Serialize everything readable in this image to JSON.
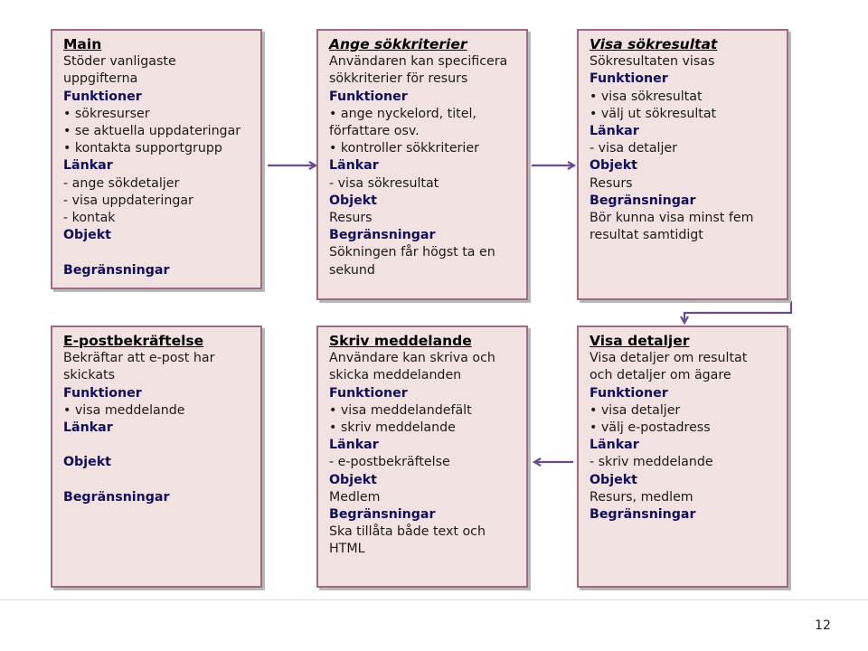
{
  "boxes": {
    "main": {
      "title": "Main",
      "lines": [
        {
          "k": "text",
          "t": "Stöder vanligaste"
        },
        {
          "k": "text",
          "t": "uppgifterna"
        },
        {
          "k": "head",
          "t": "Funktioner"
        },
        {
          "k": "bul",
          "t": "sökresurser"
        },
        {
          "k": "bul",
          "t": "se aktuella uppdateringar"
        },
        {
          "k": "bul",
          "t": "kontakta supportgrupp"
        },
        {
          "k": "head",
          "t": "Länkar"
        },
        {
          "k": "text",
          "t": "- ange sökdetaljer"
        },
        {
          "k": "text",
          "t": "- visa uppdateringar"
        },
        {
          "k": "text",
          "t": "- kontak"
        },
        {
          "k": "head",
          "t": "Objekt"
        },
        {
          "k": "text",
          "t": ""
        },
        {
          "k": "head",
          "t": "Begränsningar"
        }
      ]
    },
    "ange": {
      "title": "Ange sökkriterier",
      "lines": [
        {
          "k": "text",
          "t": "Användaren kan specificera"
        },
        {
          "k": "text",
          "t": "sökkriterier för resurs"
        },
        {
          "k": "head",
          "t": "Funktioner"
        },
        {
          "k": "bul",
          "t": "ange nyckelord, titel,"
        },
        {
          "k": "text",
          "t": "författare osv."
        },
        {
          "k": "bul",
          "t": "kontroller sökkriterier"
        },
        {
          "k": "head",
          "t": "Länkar"
        },
        {
          "k": "text",
          "t": "- visa sökresultat"
        },
        {
          "k": "head",
          "t": "Objekt"
        },
        {
          "k": "text",
          "t": "Resurs"
        },
        {
          "k": "head",
          "t": "Begränsningar"
        },
        {
          "k": "text",
          "t": "Sökningen får högst ta en"
        },
        {
          "k": "text",
          "t": "sekund"
        }
      ]
    },
    "visa_sok": {
      "title": "Visa sökresultat",
      "lines": [
        {
          "k": "text",
          "t": "Sökresultaten visas"
        },
        {
          "k": "head",
          "t": "Funktioner"
        },
        {
          "k": "bul",
          "t": "visa sökresultat"
        },
        {
          "k": "bul",
          "t": "välj ut sökresultat"
        },
        {
          "k": "head",
          "t": "Länkar"
        },
        {
          "k": "text",
          "t": "- visa detaljer"
        },
        {
          "k": "head",
          "t": "Objekt"
        },
        {
          "k": "text",
          "t": "Resurs"
        },
        {
          "k": "head",
          "t": "Begränsningar"
        },
        {
          "k": "text",
          "t": "Bör kunna visa minst fem"
        },
        {
          "k": "text",
          "t": "resultat samtidigt"
        }
      ]
    },
    "epost": {
      "title": "E-postbekräftelse",
      "lines": [
        {
          "k": "text",
          "t": "Bekräftar att e-post har"
        },
        {
          "k": "text",
          "t": "skickats"
        },
        {
          "k": "head",
          "t": "Funktioner"
        },
        {
          "k": "bul",
          "t": "visa meddelande"
        },
        {
          "k": "head",
          "t": "Länkar"
        },
        {
          "k": "text",
          "t": ""
        },
        {
          "k": "head",
          "t": "Objekt"
        },
        {
          "k": "text",
          "t": ""
        },
        {
          "k": "head",
          "t": "Begränsningar"
        }
      ]
    },
    "skriv": {
      "title": "Skriv meddelande",
      "lines": [
        {
          "k": "text",
          "t": "Användare kan skriva och"
        },
        {
          "k": "text",
          "t": "skicka meddelanden"
        },
        {
          "k": "head",
          "t": "Funktioner"
        },
        {
          "k": "bul",
          "t": "visa meddelandefält"
        },
        {
          "k": "bul",
          "t": "skriv meddelande"
        },
        {
          "k": "head",
          "t": "Länkar"
        },
        {
          "k": "text",
          "t": "- e-postbekräftelse"
        },
        {
          "k": "head",
          "t": "Objekt"
        },
        {
          "k": "text",
          "t": "Medlem"
        },
        {
          "k": "head",
          "t": "Begränsningar"
        },
        {
          "k": "text",
          "t": "Ska tillåta både text och"
        },
        {
          "k": "text",
          "t": "HTML"
        }
      ]
    },
    "visa_det": {
      "title": "Visa detaljer",
      "lines": [
        {
          "k": "text",
          "t": "Visa detaljer om resultat"
        },
        {
          "k": "text",
          "t": "och detaljer om ägare"
        },
        {
          "k": "head",
          "t": "Funktioner"
        },
        {
          "k": "bul",
          "t": "visa detaljer"
        },
        {
          "k": "bul",
          "t": "välj e-postadress"
        },
        {
          "k": "head",
          "t": "Länkar"
        },
        {
          "k": "text",
          "t": "- skriv meddelande"
        },
        {
          "k": "head",
          "t": "Objekt"
        },
        {
          "k": "text",
          "t": "Resurs, medlem"
        },
        {
          "k": "head",
          "t": "Begränsningar"
        }
      ]
    }
  },
  "page_number": "12",
  "colors": {
    "box_fill": "#f2e1e1",
    "box_border": "#a06a85",
    "arrow": "#6a4a8a",
    "heading": "#0f0f5a"
  }
}
